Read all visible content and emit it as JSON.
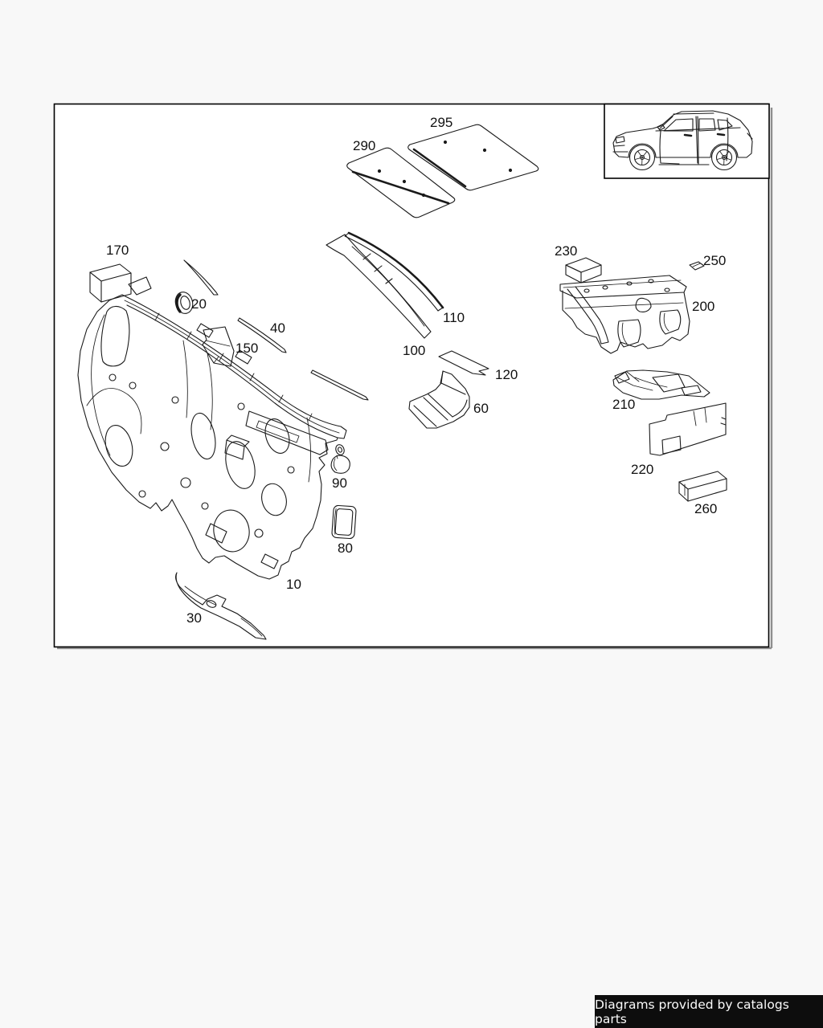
{
  "canvas": {
    "background": "#f8f8f8",
    "drawing_area_background": "#ffffff",
    "line_color": "#1a1a1a"
  },
  "diagram": {
    "description": "exploded-parts-diagram-insulation-firewall",
    "part_labels": {
      "p10": "10",
      "p20": "20",
      "p30": "30",
      "p40": "40",
      "p60": "60",
      "p80": "80",
      "p90": "90",
      "p100": "100",
      "p110": "110",
      "p120": "120",
      "p150": "150",
      "p170": "170",
      "p200": "200",
      "p210": "210",
      "p220": "220",
      "p230": "230",
      "p250": "250",
      "p260": "260",
      "p290": "290",
      "p295": "295"
    },
    "icons": {
      "vehicle_thumbnail": "suv-side-view"
    }
  },
  "footer": {
    "text": "Diagrams provided by catalogs parts",
    "background": "#0d0d0d",
    "text_color": "#fafafa"
  }
}
